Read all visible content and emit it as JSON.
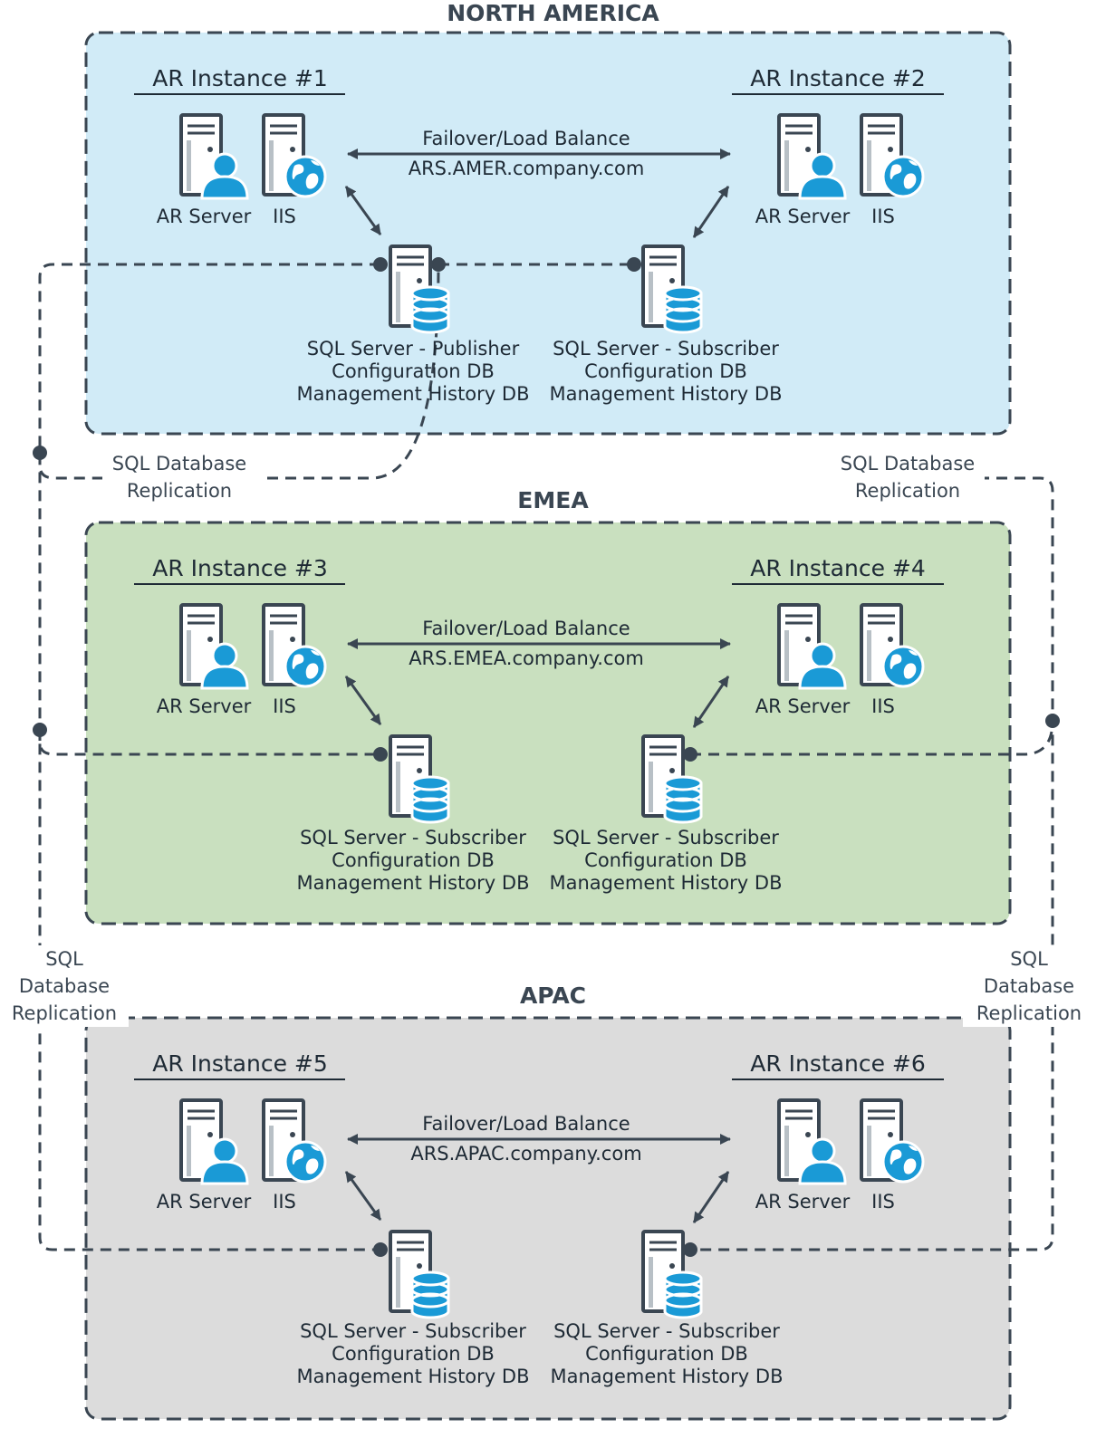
{
  "regions": [
    {
      "title": "NORTH AMERICA",
      "fill": "#d1ebf7",
      "instances": [
        {
          "title": "AR Instance #1",
          "server_label": "AR Server",
          "iis_label": "IIS"
        },
        {
          "title": "AR Instance #2",
          "server_label": "AR Server",
          "iis_label": "IIS"
        }
      ],
      "failover": {
        "label": "Failover/Load Balance",
        "host": "ARS.AMER.company.com"
      },
      "sql_servers": [
        {
          "role": "SQL Server - Publisher",
          "db1": "Configuration DB",
          "db2": "Management History DB"
        },
        {
          "role": "SQL Server - Subscriber",
          "db1": "Configuration DB",
          "db2": "Management History DB"
        }
      ]
    },
    {
      "title": "EMEA",
      "fill": "#c9e0bf",
      "instances": [
        {
          "title": "AR Instance #3",
          "server_label": "AR Server",
          "iis_label": "IIS"
        },
        {
          "title": "AR Instance #4",
          "server_label": "AR Server",
          "iis_label": "IIS"
        }
      ],
      "failover": {
        "label": "Failover/Load Balance",
        "host": "ARS.EMEA.company.com"
      },
      "sql_servers": [
        {
          "role": "SQL Server - Subscriber",
          "db1": "Configuration DB",
          "db2": "Management History DB"
        },
        {
          "role": "SQL Server - Subscriber",
          "db1": "Configuration DB",
          "db2": "Management History DB"
        }
      ]
    },
    {
      "title": "APAC",
      "fill": "#dcdcdc",
      "instances": [
        {
          "title": "AR Instance #5",
          "server_label": "AR Server",
          "iis_label": "IIS"
        },
        {
          "title": "AR Instance #6",
          "server_label": "AR Server",
          "iis_label": "IIS"
        }
      ],
      "failover": {
        "label": "Failover/Load Balance",
        "host": "ARS.APAC.company.com"
      },
      "sql_servers": [
        {
          "role": "SQL Server - Subscriber",
          "db1": "Configuration DB",
          "db2": "Management History DB"
        },
        {
          "role": "SQL Server - Subscriber",
          "db1": "Configuration DB",
          "db2": "Management History DB"
        }
      ]
    }
  ],
  "replication_labels": [
    {
      "line1": "SQL Database",
      "line2": "Replication"
    },
    {
      "line1": "SQL Database",
      "line2": "Replication"
    },
    {
      "line1": "SQL Database",
      "line2": "Replication"
    },
    {
      "line1": "SQL Database",
      "line2": "Replication"
    }
  ],
  "colors": {
    "accent_blue": "#1a9ad6",
    "line_dark": "#3a4652",
    "box_border": "#3a4652"
  },
  "icons": {
    "server": "server-with-user-icon",
    "iis": "server-with-globe-icon",
    "sql": "server-with-database-icon"
  }
}
